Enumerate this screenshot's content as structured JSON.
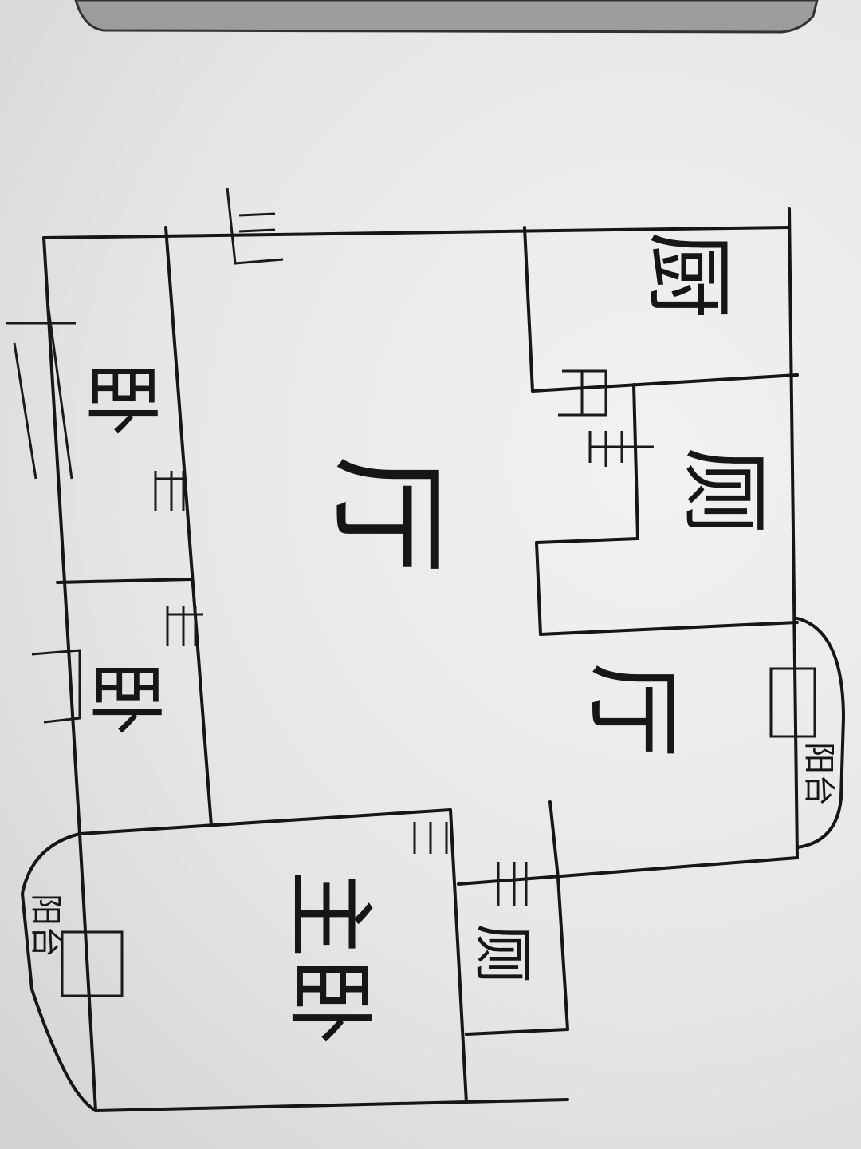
{
  "title": "Hand-drawn apartment floor plan",
  "rooms": {
    "kitchen": "厨",
    "toilet": "厕",
    "living_hall": "厅",
    "dining_hall": "厅",
    "bedroom_1": "卧",
    "bedroom_2": "卧",
    "master_bedroom": "主卧",
    "master_bath": "厕",
    "balcony_right": "阳台",
    "balcony_left": "阳台"
  }
}
